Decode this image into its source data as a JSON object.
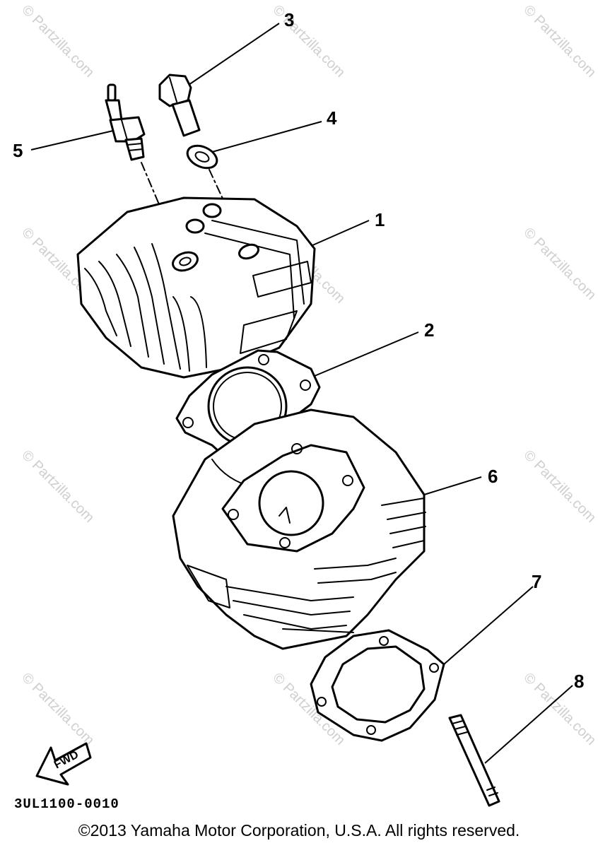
{
  "callouts": {
    "c1": "1",
    "c2": "2",
    "c3": "3",
    "c4": "4",
    "c5": "5",
    "c6": "6",
    "c7": "7",
    "c8": "8"
  },
  "watermark": "© Partzilla.com",
  "fwd_label": "FWD",
  "part_code": "3UL1100-0010",
  "copyright": "©2013 Yamaha Motor Corporation, U.S.A. All rights reserved."
}
